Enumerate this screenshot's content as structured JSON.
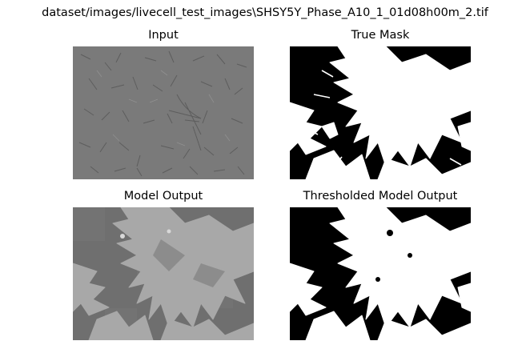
{
  "figure": {
    "suptitle": "dataset/images/livecell_test_images\\SHSY5Y_Phase_A10_1_01d08h00m_2.tif"
  },
  "panels": [
    {
      "title": "Input"
    },
    {
      "title": "True Mask"
    },
    {
      "title": "Model Output"
    },
    {
      "title": "Thresholded Model Output"
    }
  ],
  "colors": {
    "input_background": "#7a7a7a",
    "mask_background": "#000000",
    "mask_foreground": "#ffffff",
    "output_background": "#6f6f6f",
    "output_cells": "#a8a8a8"
  }
}
